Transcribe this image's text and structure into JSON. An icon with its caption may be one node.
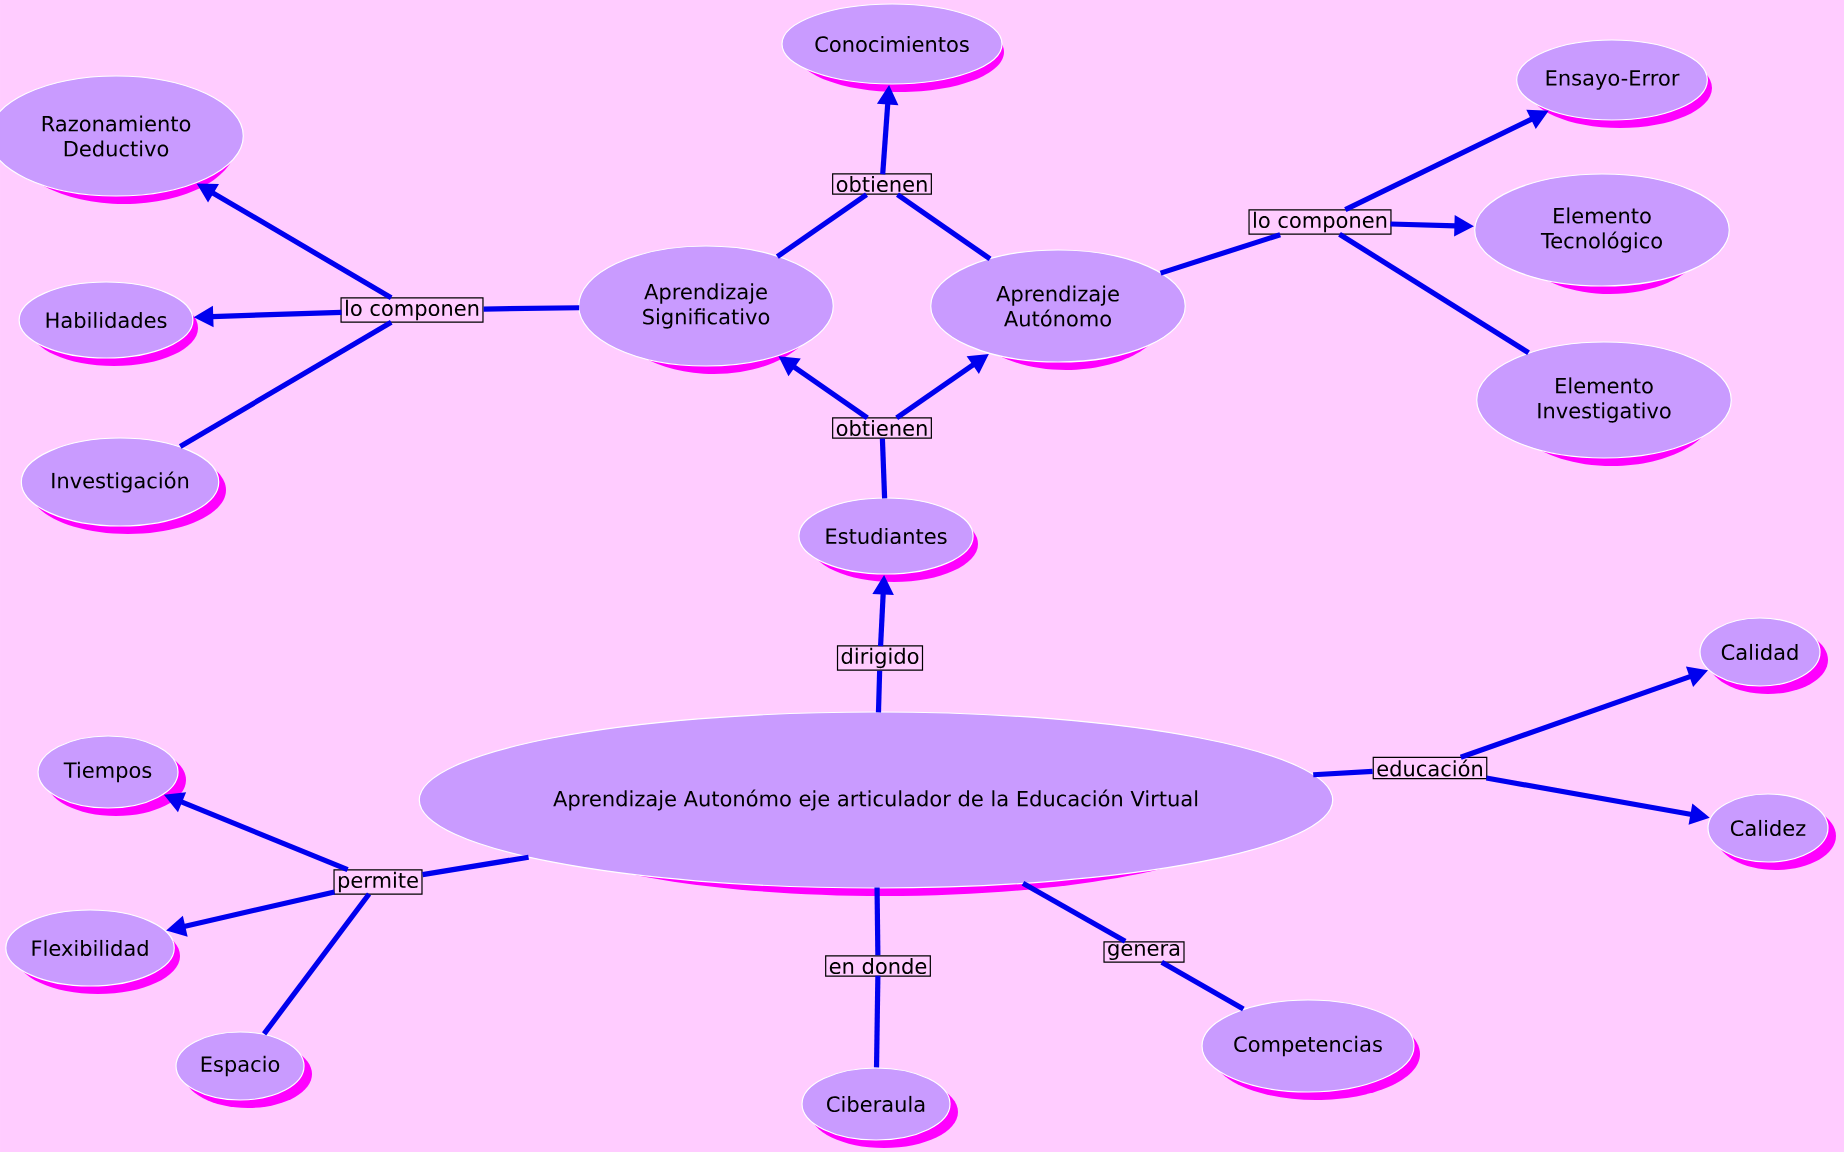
{
  "diagram": {
    "nodes": [
      {
        "text": [
          "Conocimientos"
        ]
      },
      {
        "text": [
          "Ensayo-Error"
        ]
      },
      {
        "text": [
          "Razonamiento Deductivo"
        ]
      },
      {
        "text": [
          "obtienen"
        ]
      },
      {
        "text": [
          "lo componen"
        ]
      },
      {
        "text": [
          "Elemento Tecnológico"
        ]
      },
      {
        "text": [
          "Aprendizaje Significativo"
        ]
      },
      {
        "text": [
          "Aprendizaje Autónomo"
        ]
      },
      {
        "text": [
          "lo componen"
        ]
      },
      {
        "text": [
          "Habilidades"
        ]
      },
      {
        "text": [
          "Elemento Investigativo"
        ]
      },
      {
        "text": [
          "obtienen"
        ]
      },
      {
        "text": [
          "Investigación"
        ]
      },
      {
        "text": [
          "Estudiantes"
        ]
      },
      {
        "text": [
          "dirigido"
        ]
      },
      {
        "text": [
          "Calidad"
        ]
      },
      {
        "text": [
          "Tiempos"
        ]
      },
      {
        "text": [
          "educación"
        ]
      },
      {
        "text": [
          "Aprendizaje Autonómo eje articulador de la Educación Virtual"
        ]
      },
      {
        "text": [
          "permite"
        ]
      },
      {
        "text": [
          "Calidez"
        ]
      },
      {
        "text": [
          "Flexibilidad"
        ]
      },
      {
        "text": [
          "en donde"
        ]
      },
      {
        "text": [
          "genera"
        ]
      },
      {
        "text": [
          "Competencias"
        ]
      },
      {
        "text": [
          "Espacio"
        ]
      },
      {
        "text": [
          "Ciberaula"
        ]
      }
    ],
    "edges": [
      {
        "from": 6,
        "to": 3,
        "arrow": "none"
      },
      {
        "from": 7,
        "to": 3,
        "arrow": "none"
      },
      {
        "from": 3,
        "to": 0,
        "arrow": "to"
      },
      {
        "from": 7,
        "to": 4,
        "arrow": "none"
      },
      {
        "from": 4,
        "to": 1,
        "arrow": "to"
      },
      {
        "from": 4,
        "to": 5,
        "arrow": "to"
      },
      {
        "from": 4,
        "to": 10,
        "arrow": "none"
      },
      {
        "from": 6,
        "to": 8,
        "arrow": "none"
      },
      {
        "from": 8,
        "to": 2,
        "arrow": "to"
      },
      {
        "from": 8,
        "to": 9,
        "arrow": "to"
      },
      {
        "from": 8,
        "to": 12,
        "arrow": "none"
      },
      {
        "from": 13,
        "to": 11,
        "arrow": "none"
      },
      {
        "from": 11,
        "to": 6,
        "arrow": "to"
      },
      {
        "from": 11,
        "to": 7,
        "arrow": "to"
      },
      {
        "from": 18,
        "to": 14,
        "arrow": "none"
      },
      {
        "from": 14,
        "to": 13,
        "arrow": "to"
      },
      {
        "from": 18,
        "to": 17,
        "arrow": "none"
      },
      {
        "from": 17,
        "to": 15,
        "arrow": "to"
      },
      {
        "from": 17,
        "to": 20,
        "arrow": "to"
      },
      {
        "from": 18,
        "to": 19,
        "arrow": "none"
      },
      {
        "from": 19,
        "to": 16,
        "arrow": "to"
      },
      {
        "from": 19,
        "to": 21,
        "arrow": "to"
      },
      {
        "from": 19,
        "to": 25,
        "arrow": "none"
      },
      {
        "from": 18,
        "to": 22,
        "arrow": "none"
      },
      {
        "from": 22,
        "to": 26,
        "arrow": "none"
      },
      {
        "from": 18,
        "to": 23,
        "arrow": "none"
      },
      {
        "from": 23,
        "to": 24,
        "arrow": "none"
      }
    ]
  }
}
